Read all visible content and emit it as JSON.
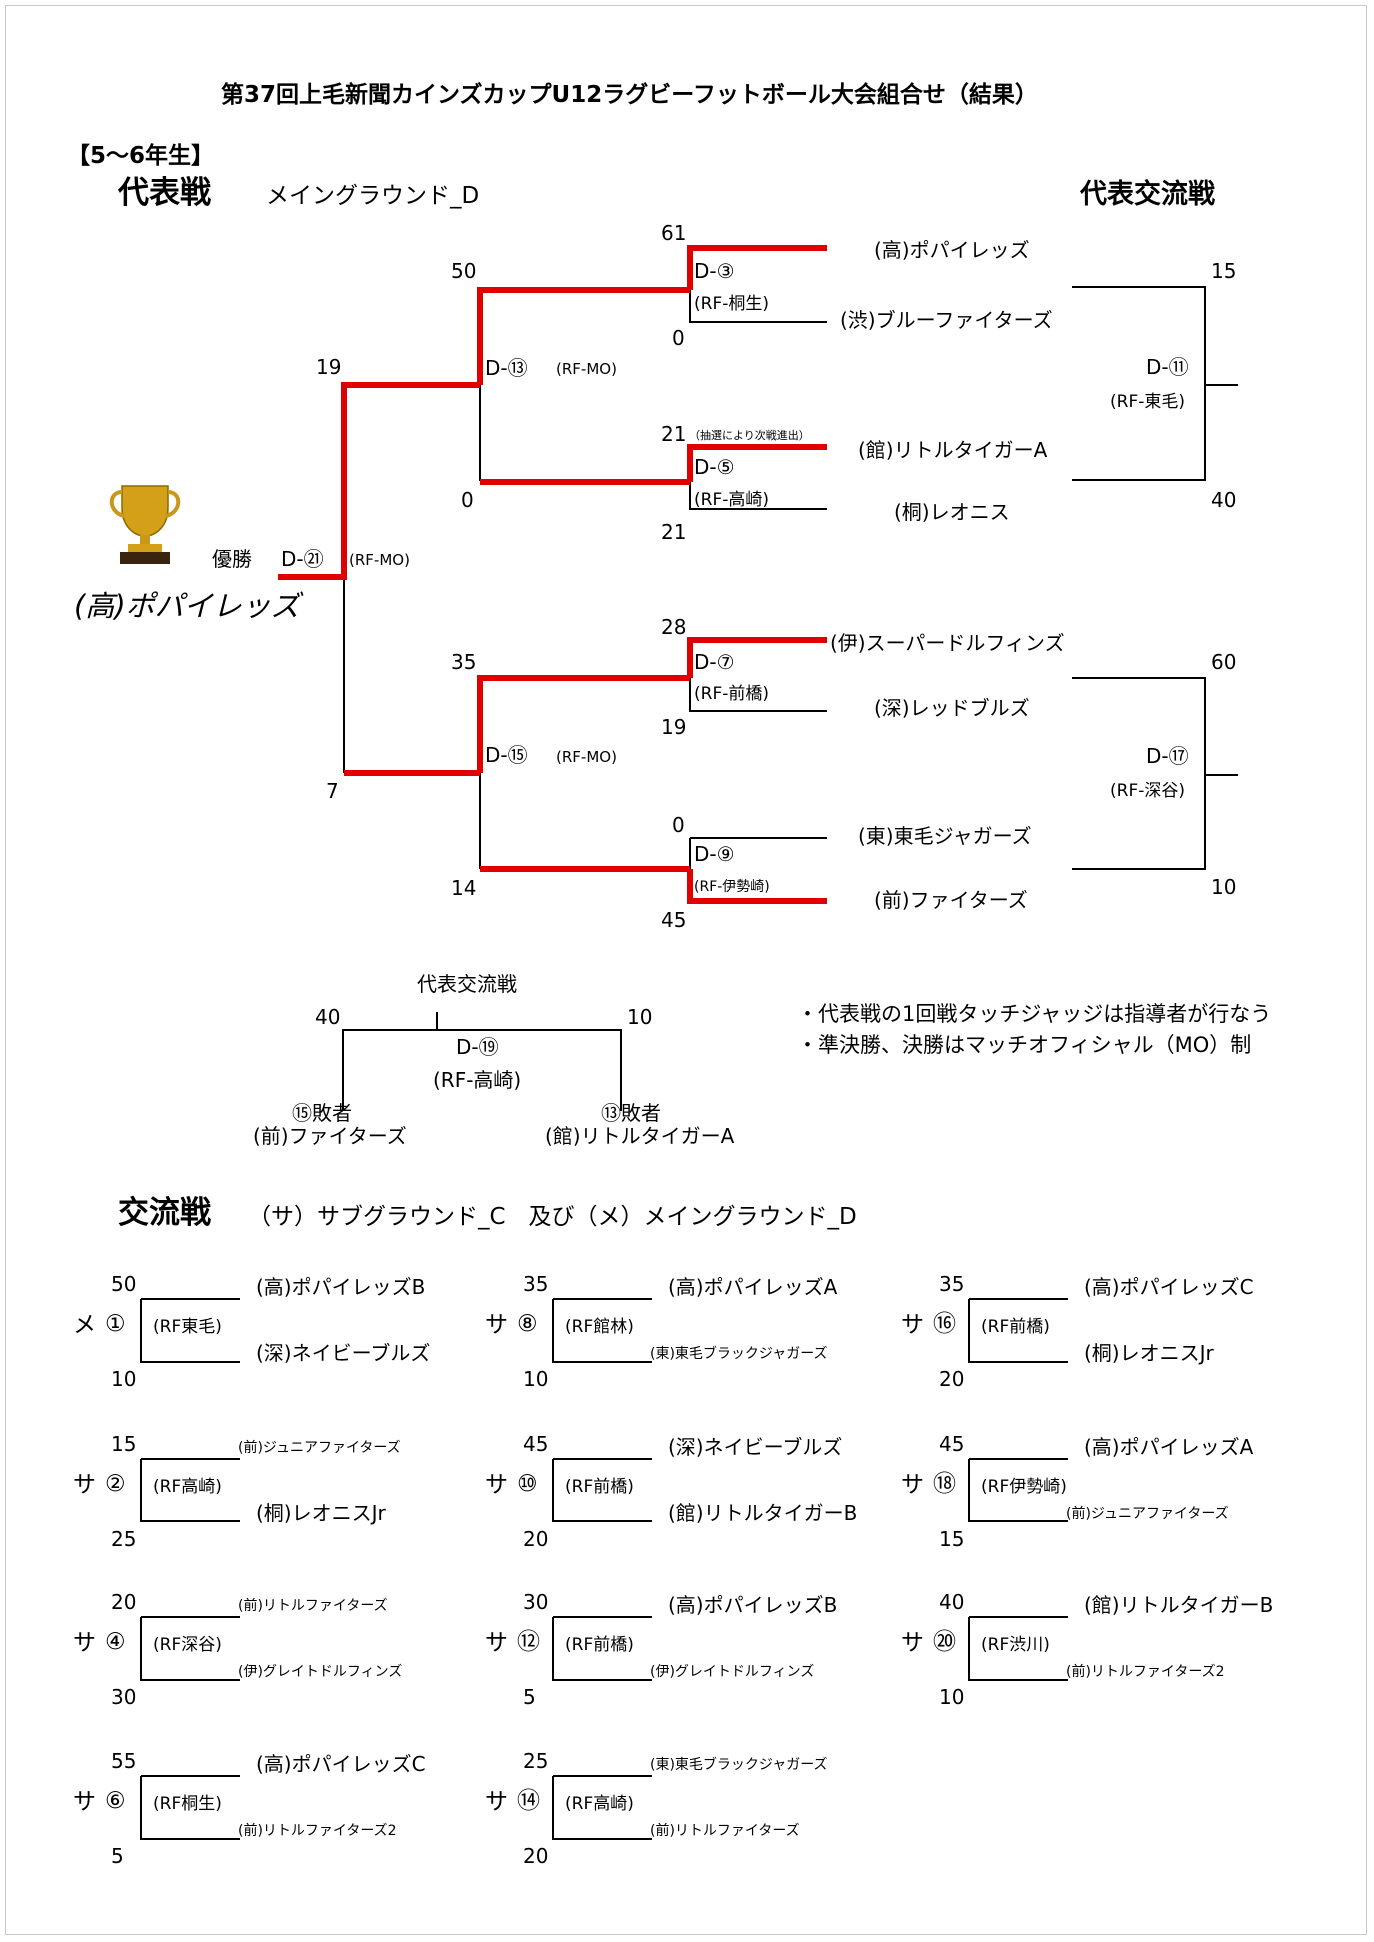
{
  "title": "第37回上毛新聞カインズカップU12ラグビーフットボール大会組合せ（結果）",
  "grade": "【5～6年生】",
  "rep": {
    "heading": "代表戦",
    "venue": "メイングラウンド_D",
    "exchange_heading": "代表交流戦",
    "champion_label": "優勝",
    "champion": "(高)ポパイレッズ",
    "final": {
      "code": "D-㉑",
      "ref": "(RF-MO)",
      "score_top": "19",
      "score_bottom": "7"
    },
    "semis": [
      {
        "code": "D-⑬",
        "ref": "(RF-MO)",
        "score_top": "50",
        "score_bottom": "0"
      },
      {
        "code": "D-⑮",
        "ref": "(RF-MO)",
        "score_top": "35",
        "score_bottom": "14"
      }
    ],
    "r1": [
      {
        "code": "D-③",
        "ref": "(RF-桐生)",
        "score_top": "61",
        "score_bottom": "0",
        "team_top": "(高)ポパイレッズ",
        "team_bottom": "(渋)ブルーファイターズ",
        "note": ""
      },
      {
        "code": "D-⑤",
        "ref": "(RF-高崎)",
        "score_top": "21",
        "score_bottom": "21",
        "team_top": "(館)リトルタイガーA",
        "team_bottom": "(桐)レオニス",
        "note": "（抽選により次戦進出）"
      },
      {
        "code": "D-⑦",
        "ref": "(RF-前橋)",
        "score_top": "28",
        "score_bottom": "19",
        "team_top": "(伊)スーパードルフィンズ",
        "team_bottom": "(深)レッドブルズ",
        "note": ""
      },
      {
        "code": "D-⑨",
        "ref": "(RF-伊勢崎)",
        "score_top": "0",
        "score_bottom": "45",
        "team_top": "(東)東毛ジャガーズ",
        "team_bottom": "(前)ファイターズ",
        "note": ""
      }
    ],
    "exchange_right": [
      {
        "code": "D-⑪",
        "ref": "(RF-東毛)",
        "score_top": "15",
        "score_bottom": "40"
      },
      {
        "code": "D-⑰",
        "ref": "(RF-深谷)",
        "score_top": "60",
        "score_bottom": "10"
      }
    ],
    "exchange_bottom": {
      "heading": "代表交流戦",
      "code": "D-⑲",
      "ref": "(RF-高崎)",
      "score_left": "40",
      "score_right": "10",
      "left_label": "⑮敗者",
      "left_team": "(前)ファイターズ",
      "right_label": "⑬敗者",
      "right_team": "(館)リトルタイガーA"
    },
    "notes": [
      "・代表戦の1回戦タッチジャッジは指導者が行なう",
      "・準決勝、決勝はマッチオフィシャル（MO）制"
    ]
  },
  "exchange": {
    "heading": "交流戦",
    "venue": "（サ）サブグラウンド_C　及び（メ）メイングラウンド_D",
    "matches": [
      {
        "ground": "メ",
        "num": "①",
        "ref": "(RF東毛)",
        "score_top": "50",
        "score_bottom": "10",
        "team_top": "(高)ポパイレッズB",
        "team_bottom": "(深)ネイビーブルズ"
      },
      {
        "ground": "サ",
        "num": "②",
        "ref": "(RF高崎)",
        "score_top": "15",
        "score_bottom": "25",
        "team_top": "(前)ジュニアファイターズ",
        "team_bottom": "(桐)レオニスJr"
      },
      {
        "ground": "サ",
        "num": "④",
        "ref": "(RF深谷)",
        "score_top": "20",
        "score_bottom": "30",
        "team_top": "(前)リトルファイターズ",
        "team_bottom": "(伊)グレイトドルフィンズ"
      },
      {
        "ground": "サ",
        "num": "⑥",
        "ref": "(RF桐生)",
        "score_top": "55",
        "score_bottom": "5",
        "team_top": "(高)ポパイレッズC",
        "team_bottom": "(前)リトルファイターズ2"
      },
      {
        "ground": "サ",
        "num": "⑧",
        "ref": "(RF館林)",
        "score_top": "35",
        "score_bottom": "10",
        "team_top": "(高)ポパイレッズA",
        "team_bottom": "(東)東毛ブラックジャガーズ"
      },
      {
        "ground": "サ",
        "num": "⑩",
        "ref": "(RF前橋)",
        "score_top": "45",
        "score_bottom": "20",
        "team_top": "(深)ネイビーブルズ",
        "team_bottom": "(館)リトルタイガーB"
      },
      {
        "ground": "サ",
        "num": "⑫",
        "ref": "(RF前橋)",
        "score_top": "30",
        "score_bottom": "5",
        "team_top": "(高)ポパイレッズB",
        "team_bottom": "(伊)グレイトドルフィンズ"
      },
      {
        "ground": "サ",
        "num": "⑭",
        "ref": "(RF高崎)",
        "score_top": "25",
        "score_bottom": "20",
        "team_top": "(東)東毛ブラックジャガーズ",
        "team_bottom": "(前)リトルファイターズ"
      },
      {
        "ground": "サ",
        "num": "⑯",
        "ref": "(RF前橋)",
        "score_top": "35",
        "score_bottom": "20",
        "team_top": "(高)ポパイレッズC",
        "team_bottom": "(桐)レオニスJr"
      },
      {
        "ground": "サ",
        "num": "⑱",
        "ref": "(RF伊勢崎)",
        "score_top": "45",
        "score_bottom": "15",
        "team_top": "(高)ポパイレッズA",
        "team_bottom": "(前)ジュニアファイターズ"
      },
      {
        "ground": "サ",
        "num": "⑳",
        "ref": "(RF渋川)",
        "score_top": "40",
        "score_bottom": "10",
        "team_top": "(館)リトルタイガーB",
        "team_bottom": "(前)リトルファイターズ2"
      }
    ]
  },
  "colors": {
    "win": "#e00000",
    "line": "#000000",
    "gold": "#d4a017"
  },
  "icons": {
    "trophy": "trophy-icon"
  }
}
